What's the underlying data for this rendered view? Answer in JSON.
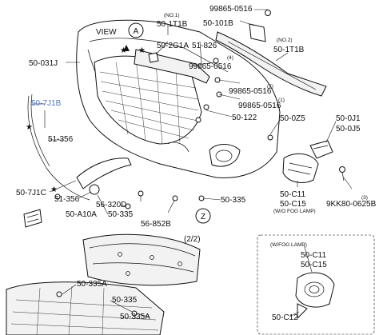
{
  "view_label": "VIEW",
  "view_a": "A",
  "view_z": "Z",
  "labels": {
    "p1": "99865-0516",
    "p2": "50-101B",
    "no1": "(NO.1)",
    "p3": "50-1T1B",
    "p4": "50-2G1A",
    "p5": "51-826",
    "no2": "(NO.2)",
    "p6": "50-1T1B",
    "p7": "50-031J",
    "p8": "99865-0516",
    "n4": "(4)",
    "n7": "(7)",
    "p9": "99865-0516",
    "p10": "99865-0516",
    "n1": "(1)",
    "p11": "50-7J1B",
    "p12": "50-122",
    "p13": "50-0Z5",
    "p14": "50-0J1",
    "p15": "50-0J5",
    "p16": "51-356",
    "p17": "50-7J1C",
    "p18": "51-356",
    "p19": "56-320D",
    "p20": "50-335",
    "p21": "50-A10A",
    "p22": "50-335",
    "p23": "56-852B",
    "p24": "50-C11",
    "p25": "50-C15",
    "wo_fog": "(W/O FOG LAMP)",
    "n3": "(3)",
    "p26": "9KK80-0625B",
    "p27": "(2/2)",
    "wfog": "(W/FOG LAMP)",
    "p28": "50-C11",
    "p29": "50-C15",
    "p30": "50-335A",
    "p31": "50-335",
    "p32": "50-335A",
    "p33": "50-C12"
  }
}
